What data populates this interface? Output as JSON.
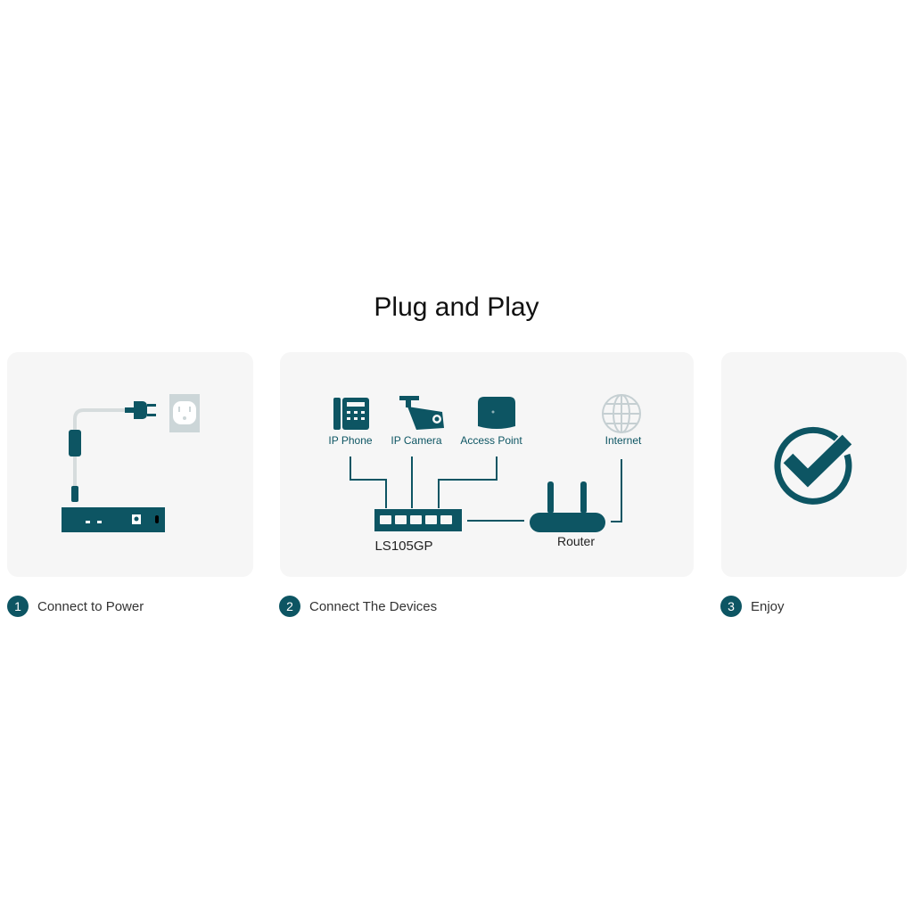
{
  "title": "Plug and Play",
  "colors": {
    "accent": "#0d5563",
    "card_bg": "#f6f6f6",
    "line": "#b8c4c8"
  },
  "steps": [
    {
      "number": "1",
      "label": "Connect to Power"
    },
    {
      "number": "2",
      "label": "Connect The Devices"
    },
    {
      "number": "3",
      "label": "Enjoy"
    }
  ],
  "diagram": {
    "ip_phone": "IP Phone",
    "ip_camera": "IP Camera",
    "access_point": "Access Point",
    "internet": "Internet",
    "switch": "LS105GP",
    "router": "Router"
  }
}
